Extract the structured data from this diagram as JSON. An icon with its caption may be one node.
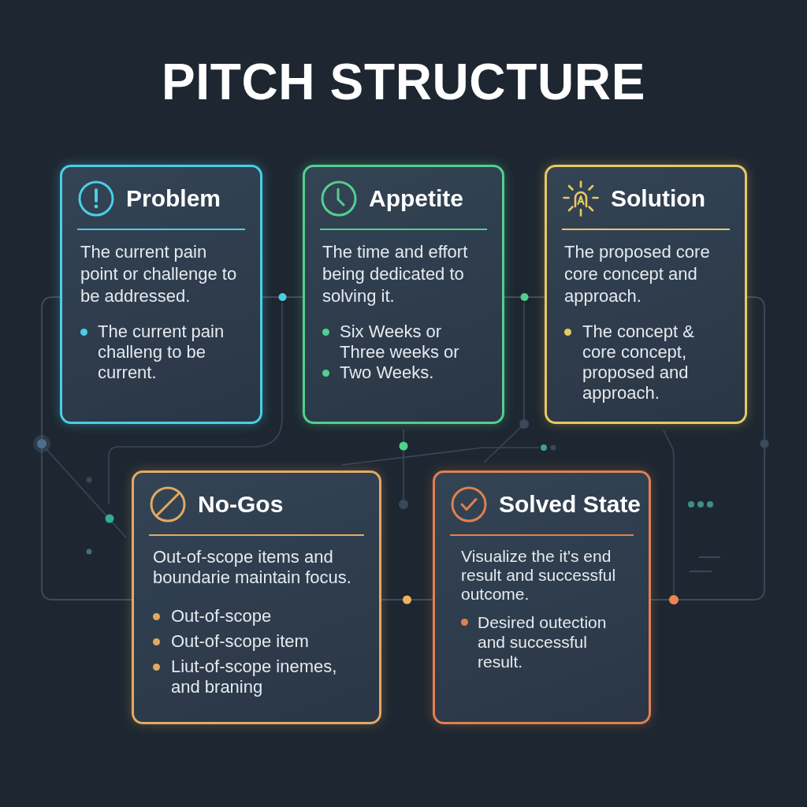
{
  "diagram": {
    "title": "PITCH STRUCTURE",
    "nodes": [
      {
        "text": [
          "Problem",
          "The current pain point or challenge to be addressed.",
          "The current pain challeng to be current."
        ]
      },
      {
        "text": [
          "Appetite",
          "The time and effort being dedicated to solving it.",
          "Six Weeks or Three weeks or",
          "Two Weeks."
        ]
      },
      {
        "text": [
          "Solution",
          "The proposed core core concept and approach.",
          "The concept & core concept, proposed and approach."
        ]
      },
      {
        "text": [
          "No-Gos",
          "Out-of-scope items and boundarie maintain focus.",
          "Out-of-scope",
          "Out-of-scope item",
          "Liut-of-scope inemes, and braning"
        ]
      },
      {
        "text": [
          "Solved State",
          "Visualize the it's end result and successful outcome.",
          "Desired outection and successful result."
        ]
      }
    ],
    "edges": [
      {
        "from": 0,
        "to": 1,
        "arrow": "none"
      },
      {
        "from": 1,
        "to": 2,
        "arrow": "none"
      },
      {
        "from": 0,
        "to": 3,
        "arrow": "none"
      },
      {
        "from": 3,
        "to": 4,
        "arrow": "none"
      },
      {
        "from": 2,
        "to": 4,
        "arrow": "none"
      }
    ]
  }
}
